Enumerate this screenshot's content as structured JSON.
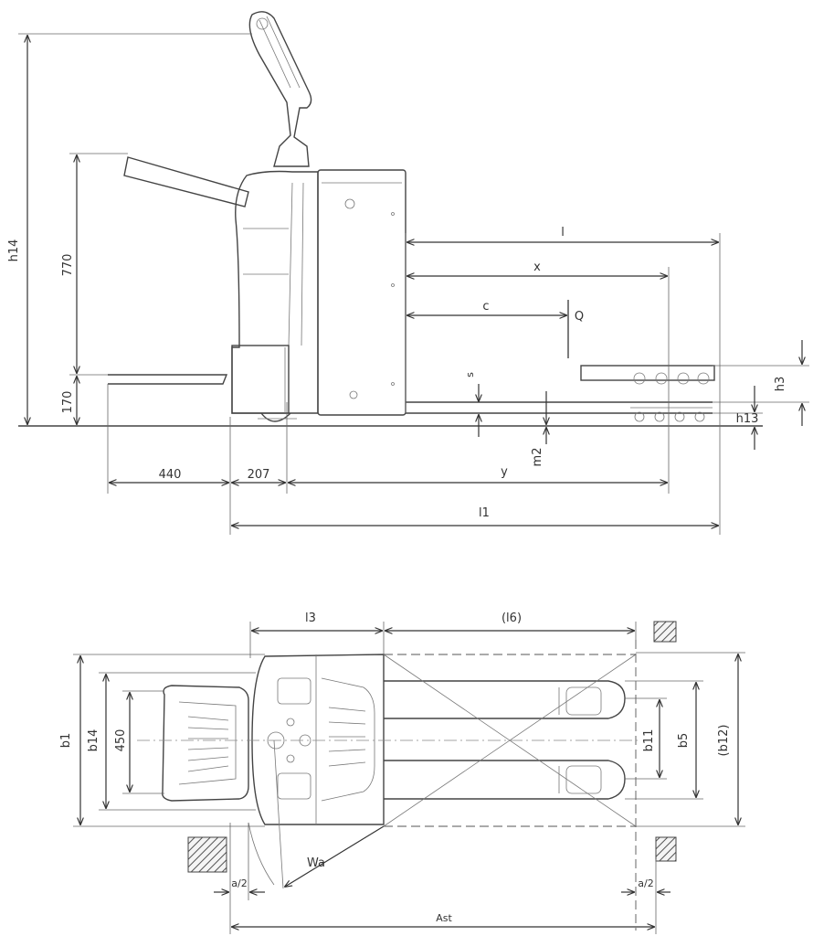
{
  "side_view": {
    "labels": {
      "h14": "h14",
      "d770": "770",
      "d170": "170",
      "d440": "440",
      "d207": "207",
      "l": "l",
      "x": "x",
      "c": "c",
      "Q": "Q",
      "s": "s",
      "h3": "h3",
      "h13": "h13",
      "m2": "m2",
      "y": "y",
      "l1": "l1"
    }
  },
  "top_view": {
    "labels": {
      "l3": "l3",
      "l6": "(l6)",
      "b1": "b1",
      "b14": "b14",
      "d450": "450",
      "b11": "b11",
      "b5": "b5",
      "b12": "(b12)",
      "Wa": "Wa",
      "a2_left": "a/2",
      "a2_right": "a/2",
      "Ast": "Ast"
    }
  },
  "colors": {
    "line": "#333333",
    "hatch": "#555555",
    "background": "#ffffff"
  }
}
